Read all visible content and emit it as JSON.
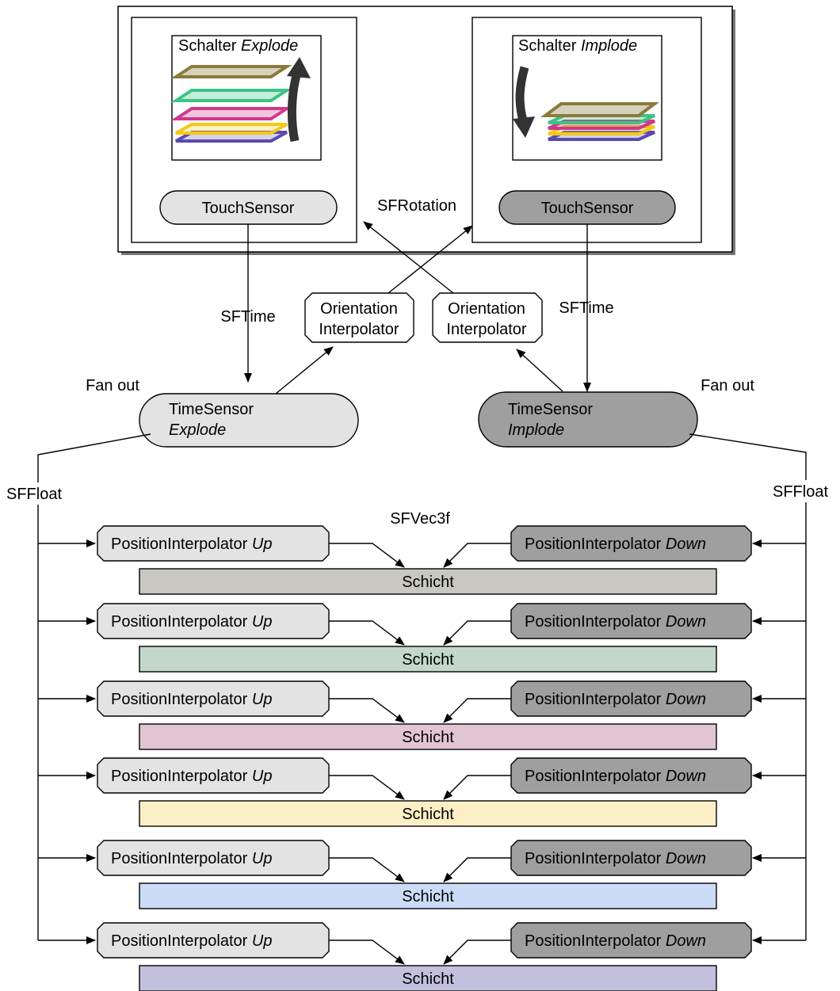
{
  "switch_explode": {
    "title_prefix": "Schalter",
    "title_mode": "Explode",
    "sensor_label": "TouchSensor"
  },
  "switch_implode": {
    "title_prefix": "Schalter",
    "title_mode": "Implode",
    "sensor_label": "TouchSensor"
  },
  "edges": {
    "rotation": "SFRotation",
    "time_left": "SFTime",
    "time_right": "SFTime",
    "fan_out_left": "Fan out",
    "fan_out_right": "Fan out",
    "float_left": "SFFloat",
    "float_right": "SFFloat",
    "vec3f": "SFVec3f"
  },
  "orientation_interpolators": [
    {
      "line1": "Orientation",
      "line2": "Interpolator"
    },
    {
      "line1": "Orientation",
      "line2": "Interpolator"
    }
  ],
  "time_sensors": {
    "explode": {
      "name": "TimeSensor",
      "mode": "Explode"
    },
    "implode": {
      "name": "TimeSensor",
      "mode": "Implode"
    }
  },
  "layers": [
    {
      "up_name": "PositionInterpolator",
      "up_mode": "Up",
      "down_name": "PositionInterpolator",
      "down_mode": "Down",
      "label": "Schicht",
      "color": "#c8c8c0"
    },
    {
      "up_name": "PositionInterpolator",
      "up_mode": "Up",
      "down_name": "PositionInterpolator",
      "down_mode": "Down",
      "label": "Schicht",
      "color": "#c3d8c8"
    },
    {
      "up_name": "PositionInterpolator",
      "up_mode": "Up",
      "down_name": "PositionInterpolator",
      "down_mode": "Down",
      "label": "Schicht",
      "color": "#e2c5d3"
    },
    {
      "up_name": "PositionInterpolator",
      "up_mode": "Up",
      "down_name": "PositionInterpolator",
      "down_mode": "Down",
      "label": "Schicht",
      "color": "#fcefc6"
    },
    {
      "up_name": "PositionInterpolator",
      "up_mode": "Up",
      "down_name": "PositionInterpolator",
      "down_mode": "Down",
      "label": "Schicht",
      "color": "#cbdcf7"
    },
    {
      "up_name": "PositionInterpolator",
      "up_mode": "Up",
      "down_name": "PositionInterpolator",
      "down_mode": "Down",
      "label": "Schicht",
      "color": "#c2c0dc"
    }
  ],
  "plate_colors": {
    "olive": "#8a7a3c",
    "green": "#3cc484",
    "magenta": "#d0388c",
    "yellow": "#f4c818",
    "violet": "#5a4ab0"
  }
}
